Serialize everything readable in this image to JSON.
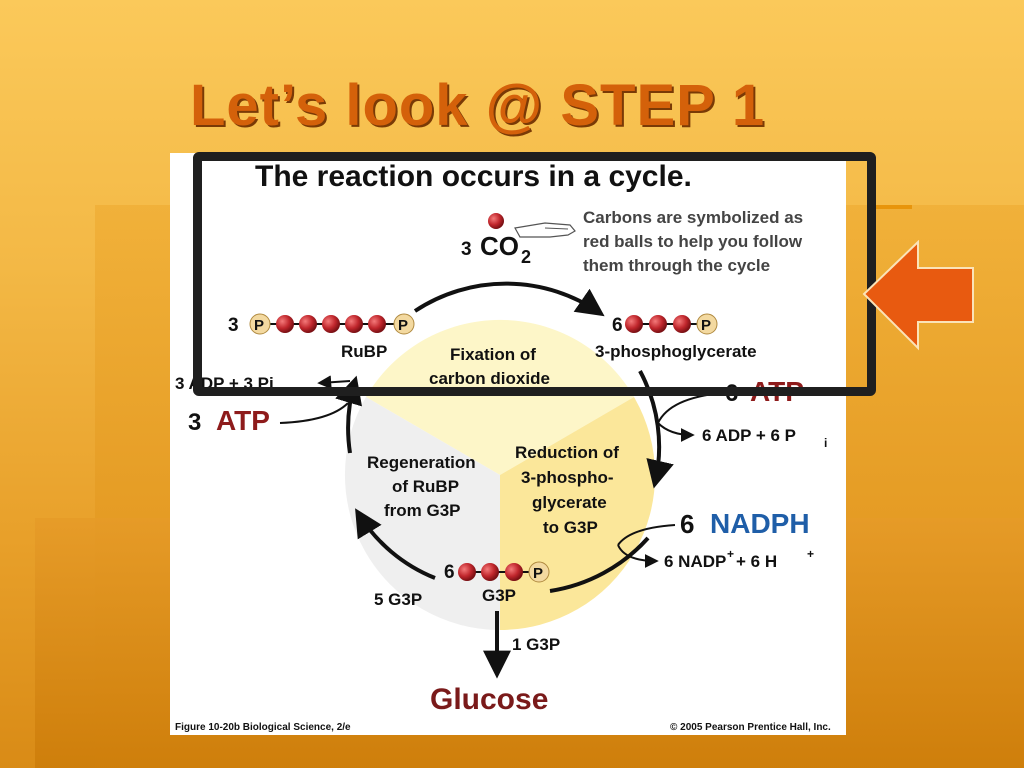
{
  "slide": {
    "title": "Let’s look @ STEP 1"
  },
  "figure": {
    "heading": "The reaction occurs in a cycle.",
    "note_line1": "Carbons are symbolized as",
    "note_line2": "red balls to help you follow",
    "note_line3": "them through the cycle",
    "co2_coef": "3",
    "co2_main": "CO",
    "co2_sub": "2",
    "rubp_coef": "3",
    "rubp_label": "RuBP",
    "pg_coef": "6",
    "pg_label": "3-phosphoglycerate",
    "phosphate_symbol": "P",
    "fixation_line1": "Fixation of",
    "fixation_line2": "carbon dioxide",
    "reduction_line1": "Reduction of",
    "reduction_line2": "3-phospho-",
    "reduction_line3": "glycerate",
    "reduction_line4": "to G3P",
    "regen_line1": "Regeneration",
    "regen_line2": "of RuBP",
    "regen_line3": "from G3P",
    "left_products": "3 ADP + 3 Pi",
    "left_atp_coef": "3",
    "left_atp": "ATP",
    "right_atp_coef": "6",
    "right_atp": "ATP",
    "right_adp": "6 ADP  +  6 P",
    "right_adp_sub": "i",
    "nadph_coef": "6",
    "nadph": "NADPH",
    "nadp_text": "6 NADP",
    "nadp_sup": "+",
    "nadp_rest": "  +  6 H",
    "h_sup": "+",
    "g3p_coef": "6",
    "g3p_label": "G3P",
    "five_g3p": "5 G3P",
    "one_g3p": "1 G3P",
    "glucose": "Glucose",
    "caption_left": "Figure 10-20b  Biological Science, 2/e",
    "caption_right": "© 2005 Pearson Prentice Hall, Inc."
  },
  "colors": {
    "title": "#d4610a",
    "carbon_ball": "#c0262c",
    "phosphate": "#f3d9a0",
    "fixation_sector": "#fdf6c8",
    "reduction_sector": "#fbe79a",
    "regeneration_sector": "#efefef",
    "atp_red": "#8e1b1b",
    "nadph_blue": "#1f5ea8",
    "arrow": "#e85a10",
    "highlight_box": "#1f1f1f"
  },
  "icons": [
    "pointing-hand-icon",
    "left-arrow-icon"
  ]
}
